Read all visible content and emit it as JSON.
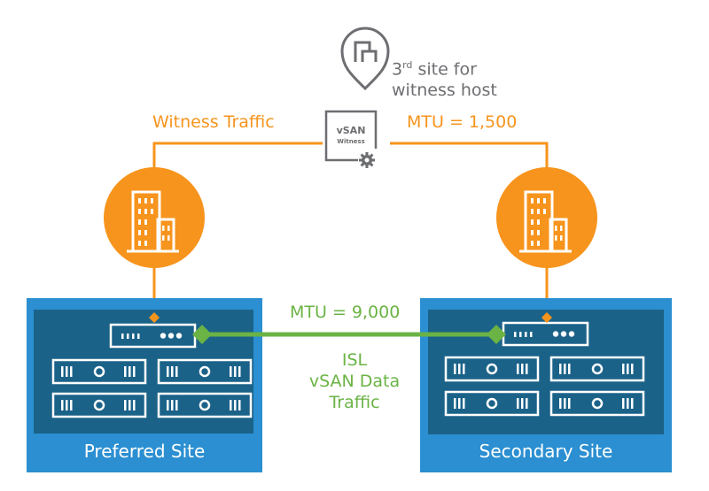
{
  "witness_site": {
    "title_line1_prefix": "3",
    "title_line1_sup": "rd",
    "title_line1_suffix": " site for",
    "title_line2": "witness host",
    "icon": "location-pin-icon",
    "witness_box_line1": "vSAN",
    "witness_box_line2": "Witness",
    "gear_icon": "gear-icon"
  },
  "witness_traffic_label": "Witness Traffic",
  "witness_mtu_label": "MTU = 1,500",
  "isl_mtu_label": "MTU = 9,000",
  "isl_label": [
    "ISL",
    "vSAN Data",
    "Traffic"
  ],
  "sites": [
    {
      "name": "Preferred Site",
      "icon": "building-icon"
    },
    {
      "name": "Secondary Site",
      "icon": "building-icon"
    }
  ],
  "colors": {
    "orange": "#f7941d",
    "green": "#6ab344",
    "site_outer": "#2b8fd1",
    "site_inner": "#1b6289",
    "gray": "#6d6e71"
  }
}
